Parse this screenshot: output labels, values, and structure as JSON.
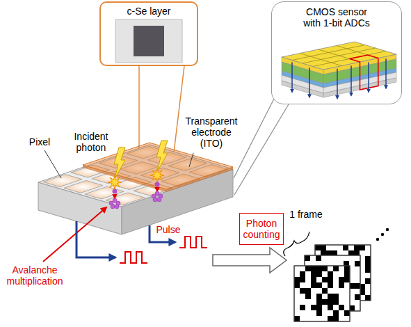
{
  "diagram": {
    "nodes": [
      {
        "text": [
          "c-Se layer"
        ]
      },
      {
        "text": [
          "CMOS sensor with 1-bit ADCs"
        ]
      },
      {
        "text": [
          "Photon counting"
        ]
      }
    ],
    "labels": [
      "Incident photon",
      "Transparent electrode (ITO)",
      "Pixel",
      "Avalanche multiplication",
      "Pulse",
      "1 frame"
    ]
  }
}
